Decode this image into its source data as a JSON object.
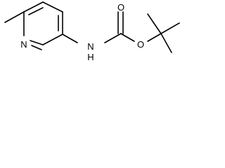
{
  "molecule": {
    "atoms": {
      "ring_nitrogen": "N",
      "amine_nitrogen": "N",
      "amine_hydrogen": "H",
      "carbonyl_oxygen": "O",
      "ester_oxygen": "O"
    }
  },
  "colors": {
    "bond": "#000000",
    "label": "#000000",
    "background": "#ffffff"
  }
}
